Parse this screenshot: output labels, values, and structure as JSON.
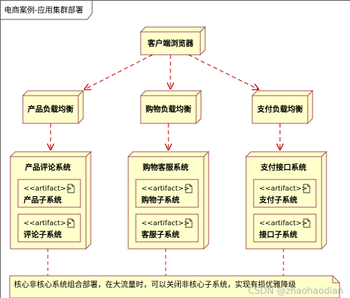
{
  "frame": {
    "title": "电商案例-应用集群部署"
  },
  "nodes": {
    "browser": "客户端浏览器",
    "product_lb": "产品负载均衡",
    "shopping_lb": "购物负载均衡",
    "payment_lb": "支付负载均衡",
    "product_review_system": "产品评论系统",
    "shopping_service_system": "购物客服系统",
    "payment_interface_system": "支付接口系统"
  },
  "artifacts": {
    "stereotype": "<<artifact>>",
    "product_subsystem": "产品子系统",
    "review_subsystem": "评论子系统",
    "shopping_subsystem": "购物子系统",
    "service_subsystem": "客服子系统",
    "payment_subsystem": "支付子系统",
    "interface_subsystem": "接口子系统"
  },
  "note": {
    "text": "核心非核心系统组合部署，在大流量时，可以关闭非核心子系统，实现有损优雅降级"
  },
  "watermark": "CSDN @zhaohaodian",
  "colors": {
    "node_fill": "#ffffcc",
    "node_border": "#9b4d5b",
    "arrow": "#c80000",
    "note_fill": "#ffffcc"
  }
}
